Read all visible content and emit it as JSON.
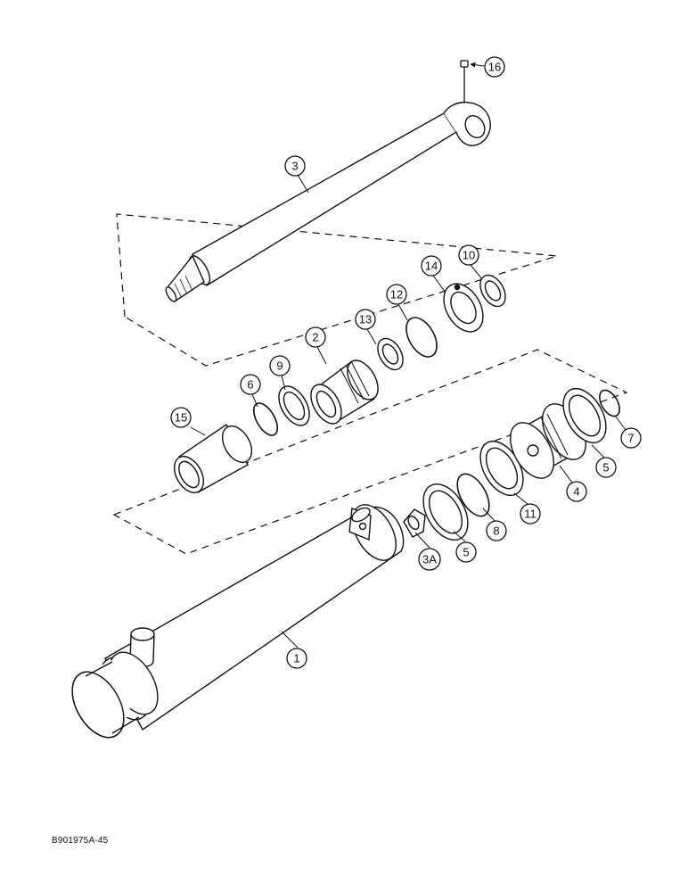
{
  "figure": {
    "reference_code": "B901975A-45"
  },
  "callouts": {
    "c1": "1",
    "c2": "2",
    "c3": "3",
    "c3a": "3A",
    "c4": "4",
    "c5a": "5",
    "c5b": "5",
    "c6": "6",
    "c7": "7",
    "c8": "8",
    "c9": "9",
    "c10": "10",
    "c11": "11",
    "c12": "12",
    "c13": "13",
    "c14": "14",
    "c15": "15",
    "c16": "16"
  },
  "colors": {
    "line": "#111111",
    "background": "#ffffff"
  }
}
